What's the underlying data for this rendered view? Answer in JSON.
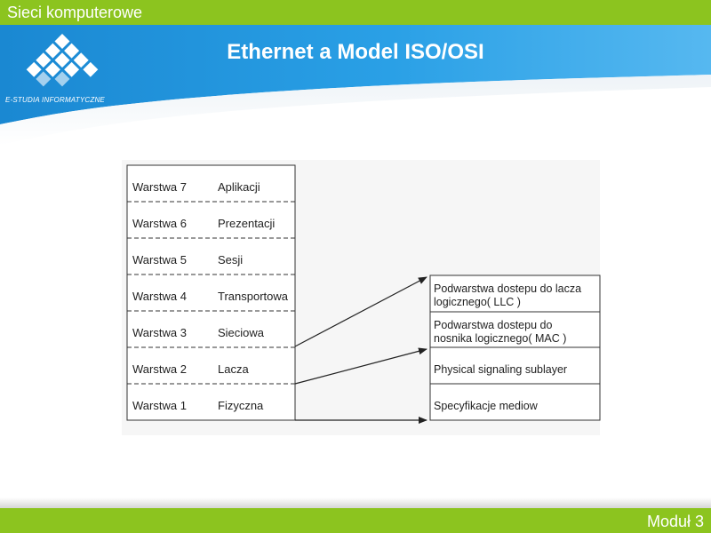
{
  "header": {
    "course_title": "Sieci komputerowe",
    "slide_title": "Ethernet a Model ISO/OSI",
    "logo_text": "E-STUDIA INFORMATYCZNE"
  },
  "footer": {
    "module_label": "Moduł 3"
  },
  "diagram": {
    "osi_layers": [
      {
        "layer": "Warstwa 7",
        "name": "Aplikacji"
      },
      {
        "layer": "Warstwa 6",
        "name": "Prezentacji"
      },
      {
        "layer": "Warstwa 5",
        "name": "Sesji"
      },
      {
        "layer": "Warstwa 4",
        "name": "Transportowa"
      },
      {
        "layer": "Warstwa 3",
        "name": "Sieciowa"
      },
      {
        "layer": "Warstwa 2",
        "name": "Lacza"
      },
      {
        "layer": "Warstwa 1",
        "name": "Fizyczna"
      }
    ],
    "ethernet_sublayers": [
      {
        "line1": "Podwarstwa dostepu do lacza",
        "line2": "logicznego( LLC )"
      },
      {
        "line1": "Podwarstwa dostepu do",
        "line2": "nosnika logicznego( MAC )"
      },
      {
        "line1": "Physical signaling sublayer",
        "line2": ""
      },
      {
        "line1": "Specyfikacje mediow",
        "line2": ""
      }
    ]
  },
  "colors": {
    "bar_green": "#8cc41f",
    "header_blue": "#1e8fd6"
  }
}
